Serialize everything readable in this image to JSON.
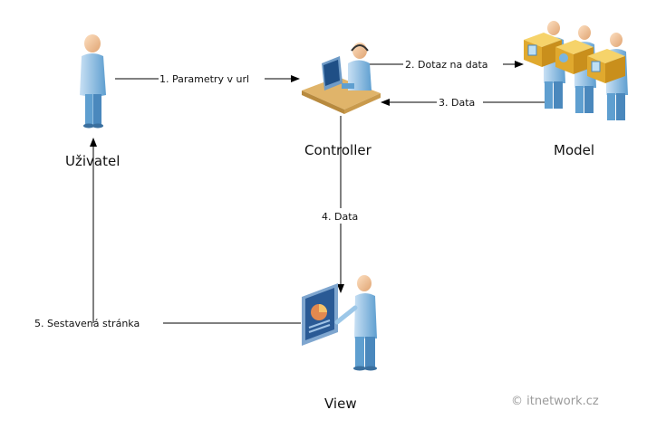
{
  "nodes": {
    "user": {
      "label": "Uživatel"
    },
    "controller": {
      "label": "Controller"
    },
    "model": {
      "label": "Model"
    },
    "view": {
      "label": "View"
    }
  },
  "edges": [
    {
      "label": "1. Parametry v url"
    },
    {
      "label": "2. Dotaz na data"
    },
    {
      "label": "3. Data"
    },
    {
      "label": "4. Data"
    },
    {
      "label": "5. Sestavená stránka"
    }
  ],
  "copyright": "© itnetwork.cz",
  "colors": {
    "skin": "#f2c49a",
    "shirt": "#9cc7e8",
    "shirt_dark": "#5f9fd0",
    "desk": "#d9a85c",
    "box": "#e8b73a",
    "screen": "#2f5f9e",
    "line": "#000000"
  }
}
